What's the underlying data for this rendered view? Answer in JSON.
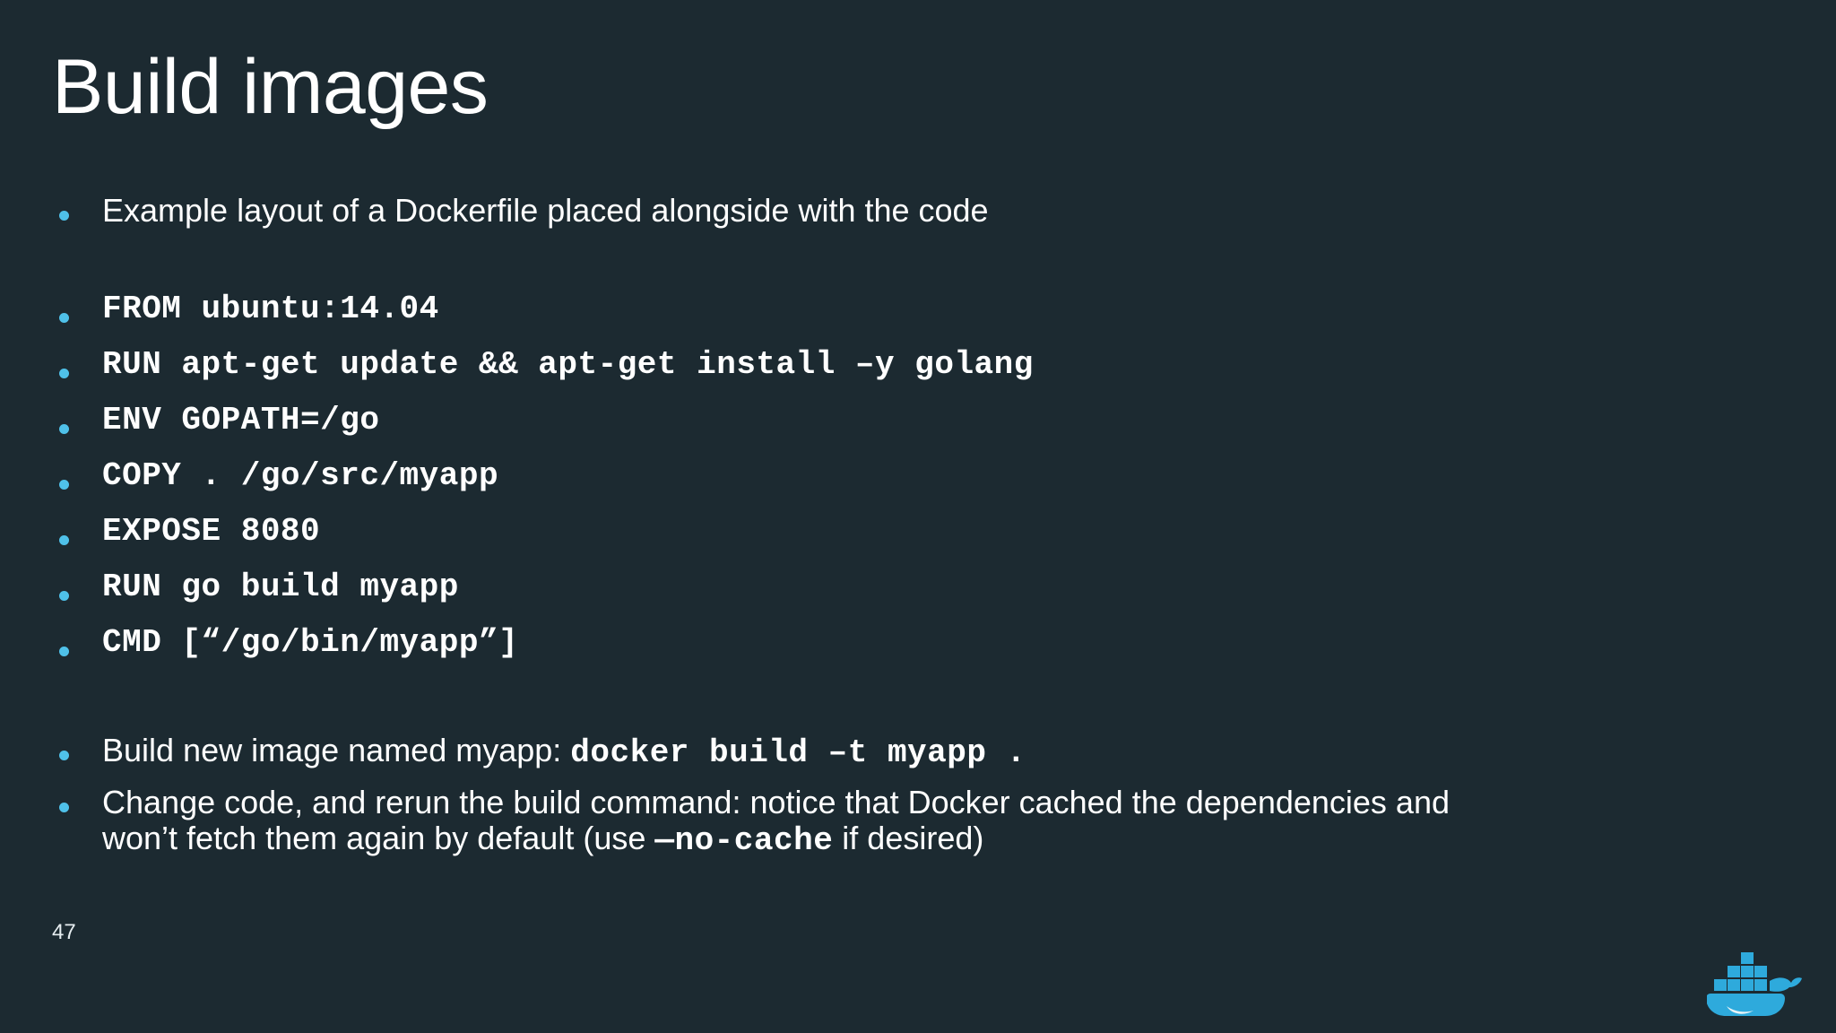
{
  "slide": {
    "title": "Build images",
    "page_number": "47",
    "background_color": "#1c2a31",
    "bullet_color": "#4fc1e9",
    "text_color": "#ffffff",
    "logo": {
      "name": "docker-whale-logo",
      "color": "#2eaadc"
    }
  },
  "bullets": {
    "intro": "Example layout of a Dockerfile placed alongside with the code",
    "dockerfile": [
      "FROM ubuntu:14.04",
      "RUN apt-get update && apt-get install –y golang",
      "ENV GOPATH=/go",
      "COPY . /go/src/myapp",
      "EXPOSE 8080",
      "RUN go build myapp",
      "CMD [“/go/bin/myapp”]"
    ],
    "build_cmd": {
      "prefix": "Build new image named myapp: ",
      "code": "docker build –t myapp ."
    },
    "cache_note": {
      "line1_prefix": "Change code, and rerun the build command: notice that Docker cached the dependencies and",
      "line2_prefix": "won’t fetch them again by default (use ",
      "line2_code": "—no-cache",
      "line2_suffix": " if desired)"
    }
  }
}
